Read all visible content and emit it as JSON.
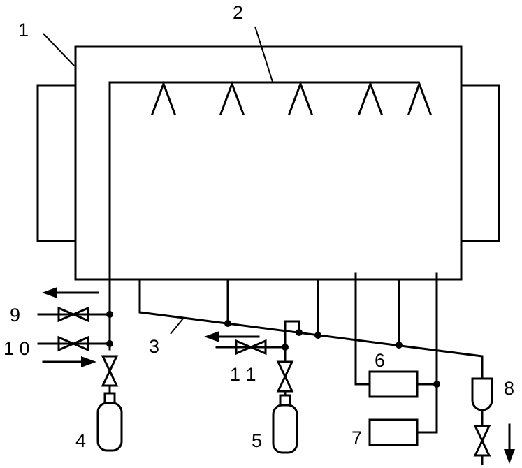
{
  "labels": {
    "l1": "1",
    "l2": "2",
    "l3": "3",
    "l4": "4",
    "l5": "5",
    "l6": "6",
    "l7": "7",
    "l8": "8",
    "l9": "9",
    "l10": "1 0",
    "l11": "1 1"
  },
  "colors": {
    "line": "#000000",
    "background": "#ffffff"
  }
}
